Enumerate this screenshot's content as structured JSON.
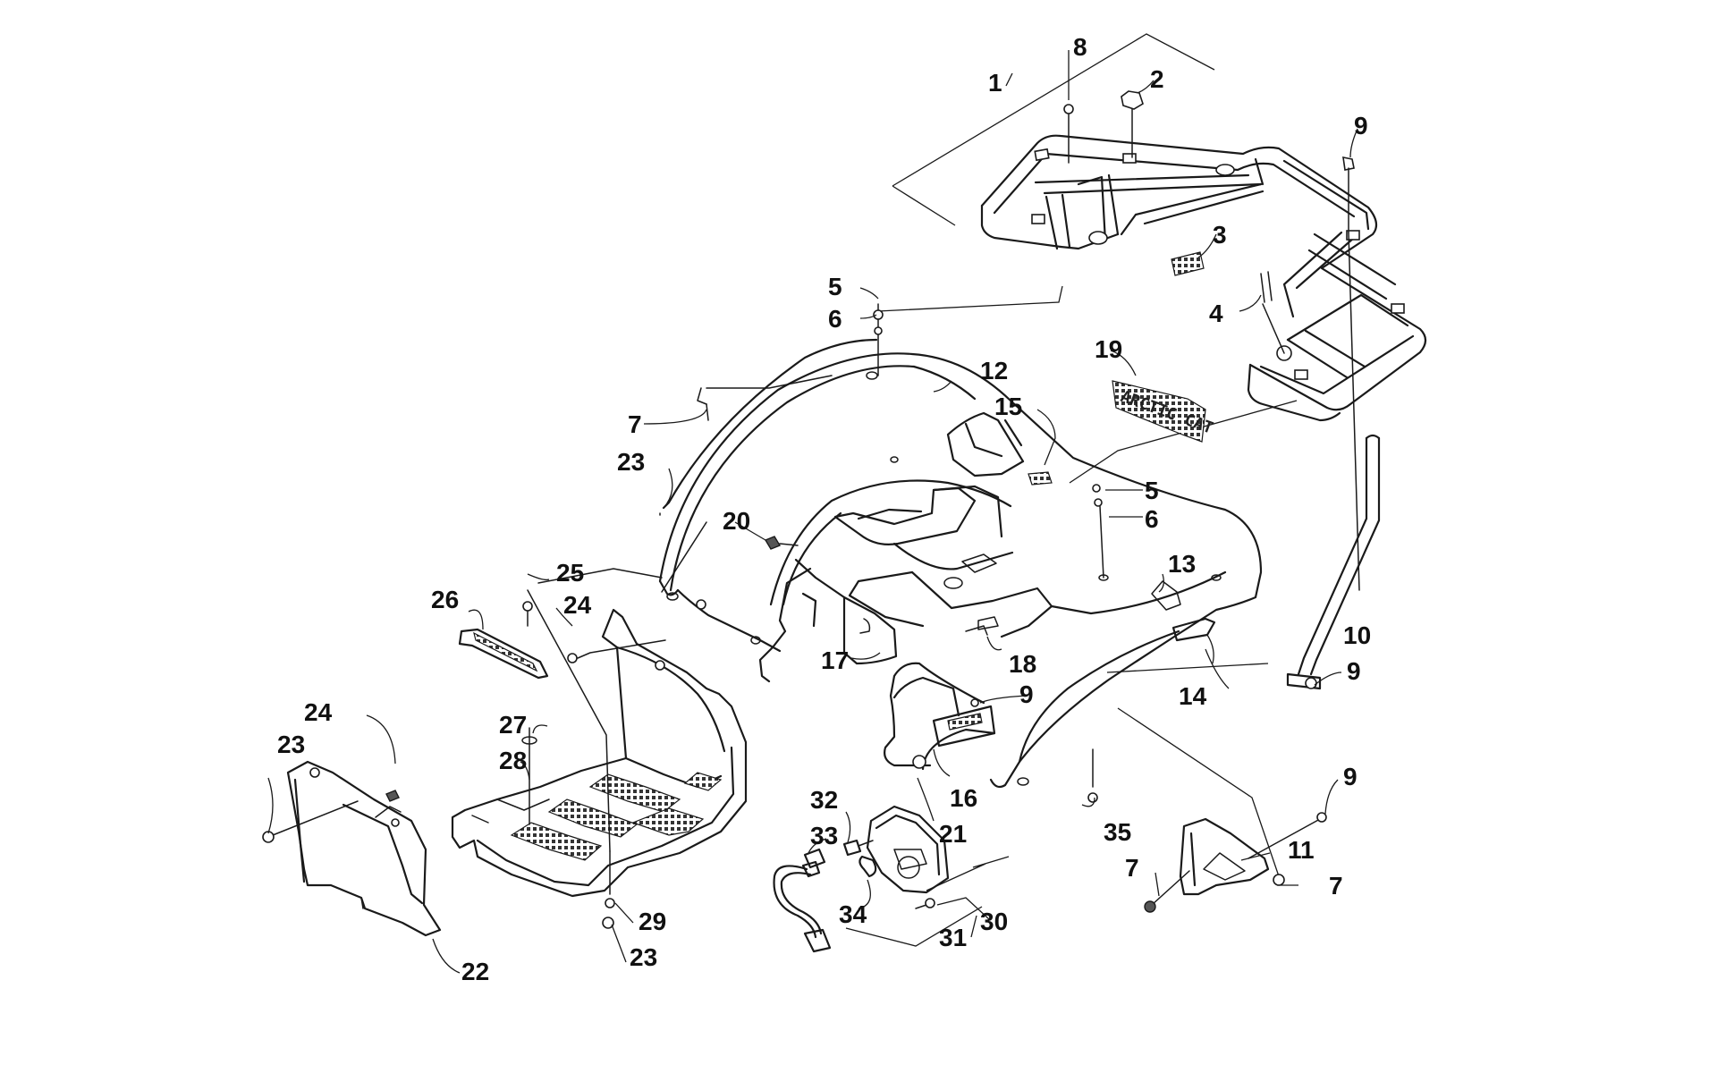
{
  "diagram": {
    "callouts": [
      {
        "id": "1",
        "label": "1"
      },
      {
        "id": "2",
        "label": "2"
      },
      {
        "id": "3",
        "label": "3"
      },
      {
        "id": "4",
        "label": "4"
      },
      {
        "id": "5a",
        "label": "5"
      },
      {
        "id": "5b",
        "label": "5"
      },
      {
        "id": "6a",
        "label": "6"
      },
      {
        "id": "6b",
        "label": "6"
      },
      {
        "id": "7a",
        "label": "7"
      },
      {
        "id": "7b",
        "label": "7"
      },
      {
        "id": "7c",
        "label": "7"
      },
      {
        "id": "8",
        "label": "8"
      },
      {
        "id": "9a",
        "label": "9"
      },
      {
        "id": "9b",
        "label": "9"
      },
      {
        "id": "9c",
        "label": "9"
      },
      {
        "id": "9d",
        "label": "9"
      },
      {
        "id": "10",
        "label": "10"
      },
      {
        "id": "11",
        "label": "11"
      },
      {
        "id": "12",
        "label": "12"
      },
      {
        "id": "13",
        "label": "13"
      },
      {
        "id": "14",
        "label": "14"
      },
      {
        "id": "15",
        "label": "15"
      },
      {
        "id": "16",
        "label": "16"
      },
      {
        "id": "17",
        "label": "17"
      },
      {
        "id": "18",
        "label": "18"
      },
      {
        "id": "19",
        "label": "19"
      },
      {
        "id": "20",
        "label": "20"
      },
      {
        "id": "21",
        "label": "21"
      },
      {
        "id": "22",
        "label": "22"
      },
      {
        "id": "23a",
        "label": "23"
      },
      {
        "id": "23b",
        "label": "23"
      },
      {
        "id": "23c",
        "label": "23"
      },
      {
        "id": "24a",
        "label": "24"
      },
      {
        "id": "24b",
        "label": "24"
      },
      {
        "id": "25",
        "label": "25"
      },
      {
        "id": "26",
        "label": "26"
      },
      {
        "id": "27",
        "label": "27"
      },
      {
        "id": "28",
        "label": "28"
      },
      {
        "id": "29",
        "label": "29"
      },
      {
        "id": "30",
        "label": "30"
      },
      {
        "id": "31",
        "label": "31"
      },
      {
        "id": "32",
        "label": "32"
      },
      {
        "id": "33",
        "label": "33"
      },
      {
        "id": "34",
        "label": "34"
      },
      {
        "id": "35",
        "label": "35"
      }
    ]
  }
}
